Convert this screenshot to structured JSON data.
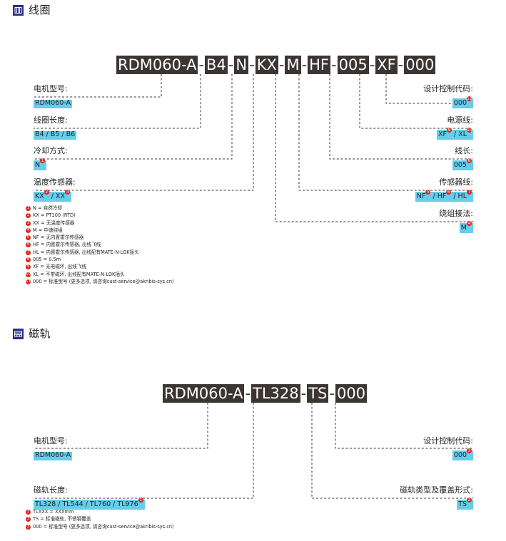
{
  "coil": {
    "header": {
      "icon": "coil-icon",
      "title": "线圈"
    },
    "part_number": {
      "segments": [
        "RDM060-A",
        "B4",
        "N",
        "KX",
        "M",
        "HF",
        "005",
        "XF",
        "000"
      ],
      "separator": "-"
    },
    "callouts_left": [
      {
        "name": "motor-model",
        "title": "电机型号:",
        "value": "RDM060-A",
        "sup": ""
      },
      {
        "name": "coil-length",
        "title": "线圈长度:",
        "value": "B4 / B5 / B6",
        "sup": ""
      },
      {
        "name": "cooling-method",
        "title": "冷却方式:",
        "value": "N",
        "sup": "1"
      },
      {
        "name": "temperature-sensor",
        "title": "温度传感器:",
        "value": "KX / XX",
        "sup": "2",
        "sup2": "3"
      }
    ],
    "callouts_right": [
      {
        "name": "design-control-code",
        "title": "设计控制代码:",
        "value": "000",
        "sup": "11"
      },
      {
        "name": "power-cable",
        "title": "电源线:",
        "value": "XF / XL",
        "sup": "9",
        "sup2": "10"
      },
      {
        "name": "cable-length",
        "title": "线长:",
        "value": "005",
        "sup": "8"
      },
      {
        "name": "sensor-cable",
        "title": "传感器线:",
        "value": "NF / HF / HL",
        "sup": "5",
        "sup2": "6",
        "sup3": "7"
      },
      {
        "name": "winding-connection",
        "title": "绕组接法:",
        "value": "M",
        "sup": "4"
      }
    ],
    "notes": [
      {
        "num": "1",
        "text": "N = 自然冷却"
      },
      {
        "num": "2",
        "text": "KX = PT100 (RTD)"
      },
      {
        "num": "3",
        "text": "XX = 无温度传感器"
      },
      {
        "num": "4",
        "text": "M = 中速绕组"
      },
      {
        "num": "5",
        "text": "NF = 无内置霍尔传感器"
      },
      {
        "num": "6",
        "text": "HF = 内置霍尔传感器, 出线飞线"
      },
      {
        "num": "7",
        "text": "HL = 内置霍尔传感器, 出线配有MATE-N-LOK接头"
      },
      {
        "num": "8",
        "text": "005 = 0.5m"
      },
      {
        "num": "9",
        "text": "XF = 无电磁环, 出线飞线"
      },
      {
        "num": "10",
        "text": "XL = 不带磁环, 出线配有MATE-N-LOK插头"
      },
      {
        "num": "11",
        "text": "000 = 标准型号 (更多选项, 请咨询cust-service@akribis-sys.cn)"
      }
    ]
  },
  "track": {
    "header": {
      "icon": "track-icon",
      "title": "磁轨"
    },
    "part_number": {
      "segments": [
        "RDM060-A",
        "TL328",
        "TS",
        "000"
      ],
      "separator": "-"
    },
    "callouts_left": [
      {
        "name": "motor-model",
        "title": "电机型号:",
        "value": "RDM060-A",
        "sup": ""
      },
      {
        "name": "track-length",
        "title": "磁轨长度:",
        "value": "TL328 / TL544 / TL760 / TL976",
        "sup": "1"
      }
    ],
    "callouts_right": [
      {
        "name": "design-control-code",
        "title": "设计控制代码:",
        "value": "000",
        "sup": "3"
      },
      {
        "name": "track-type-cover",
        "title": "磁轨类型及覆盖形式:",
        "value": "TS",
        "sup": "2"
      }
    ],
    "notes": [
      {
        "num": "1",
        "text": "TLXXX = XXXmm"
      },
      {
        "num": "2",
        "text": "TS = 标准磁轨, 不锈钢覆盖"
      },
      {
        "num": "3",
        "text": "000 = 标准型号 (更多选项, 请咨询cust-service@akribis-sys.cn)"
      }
    ]
  },
  "colors": {
    "highlight": "#66cdea",
    "bar": "#3b3533",
    "marker": "#e2231a",
    "icon": "#2b2f85"
  }
}
